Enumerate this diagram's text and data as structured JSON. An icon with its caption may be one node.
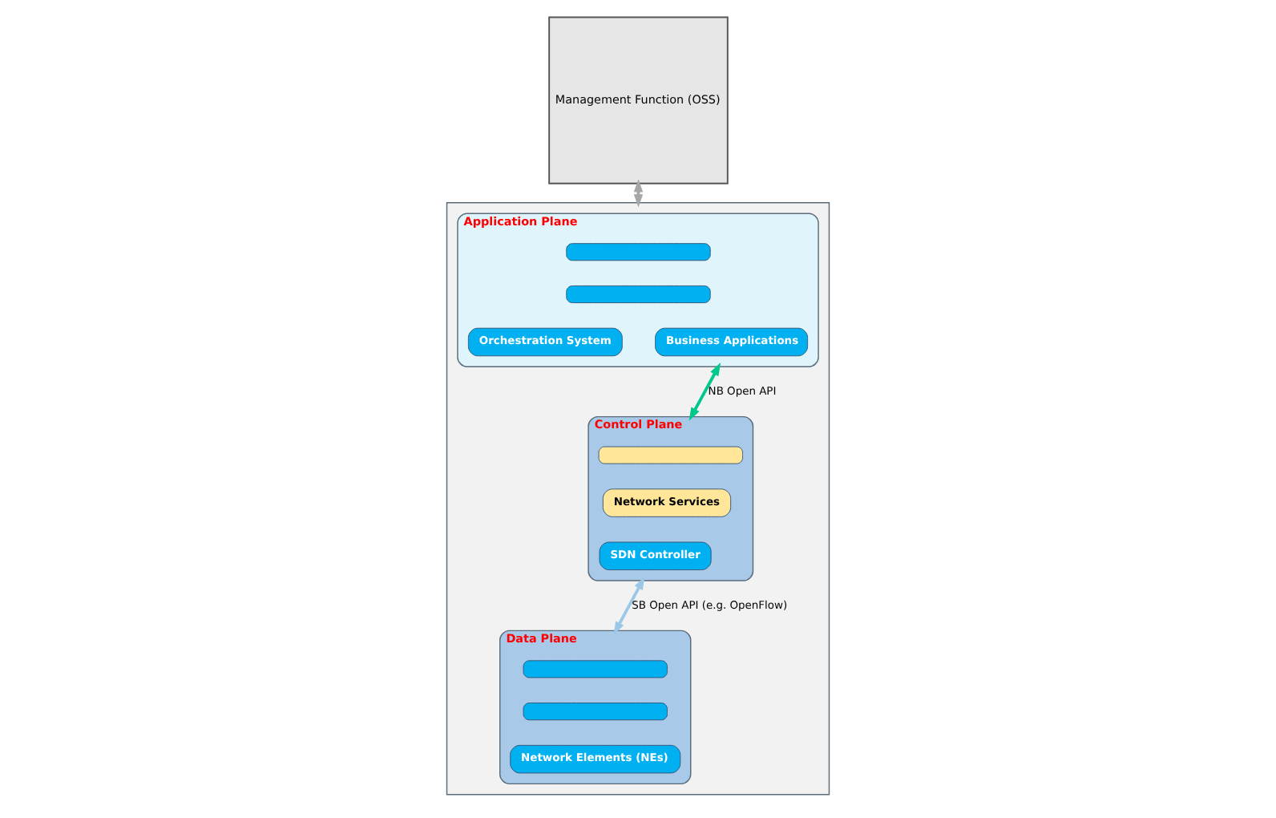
{
  "diagram": {
    "nodes": [
      {
        "text": [
          "Management Function (OSS)"
        ]
      },
      {
        "text": [],
        "shape": "box"
      },
      {
        "text": [
          "Application Plane"
        ],
        "in": 1
      },
      {
        "text": [],
        "shape": "box",
        "in": 2
      },
      {
        "text": [],
        "shape": "box",
        "in": 2
      },
      {
        "text": [
          "Orchestration System"
        ],
        "in": 2
      },
      {
        "text": [
          "Business Applications"
        ],
        "in": 2
      },
      {
        "text": [
          "Control Plane"
        ],
        "in": 1
      },
      {
        "text": [],
        "shape": "box",
        "in": 7
      },
      {
        "text": [
          "Network Services"
        ],
        "in": 7
      },
      {
        "text": [
          "SDN Controller"
        ],
        "in": 7
      },
      {
        "text": [
          "Data Plane"
        ],
        "in": 1
      },
      {
        "text": [],
        "shape": "box",
        "in": 11
      },
      {
        "text": [],
        "shape": "box",
        "in": 11
      },
      {
        "text": [
          "Network Elements (NEs)"
        ],
        "in": 11
      }
    ],
    "edges": [
      {
        "from": 0,
        "to": 1,
        "arrow": "both",
        "color": "#a6a6a6"
      },
      {
        "from": 2,
        "to": 7,
        "arrow": "both",
        "label": "NB Open API",
        "color": "#00c88c"
      },
      {
        "from": 7,
        "to": 11,
        "arrow": "both",
        "label": "SB Open API (e.g. OpenFlow)",
        "color": "#9cc8e8"
      }
    ]
  }
}
